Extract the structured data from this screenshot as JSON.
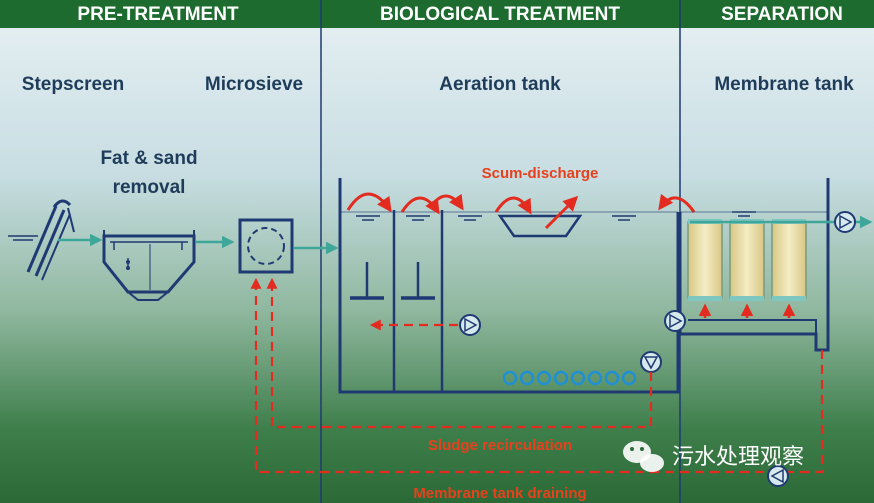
{
  "sections": {
    "pretreatment": "PRE-TREATMENT",
    "biological": "BIOLOGICAL TREATMENT",
    "separation": "SEPARATION"
  },
  "units": {
    "stepscreen": "Stepscreen",
    "microsieve": "Microsieve",
    "fat_sand_line1": "Fat & sand",
    "fat_sand_line2": "removal",
    "aeration_tank": "Aeration tank",
    "membrane_tank": "Membrane tank"
  },
  "flows": {
    "scum_discharge": "Scum-discharge",
    "sludge_recirculation": "Sludge recirculation",
    "membrane_draining": "Membrane tank draining"
  },
  "watermark": "污水处理观察",
  "colors": {
    "header_bar": "#1d6b2f",
    "label_blue": "#1f3d5a",
    "tank_blue": "#1f3a73",
    "flow_red": "#e32b1f",
    "flow_green": "#3fa79a",
    "membrane_yellow": "#e9dba0"
  }
}
